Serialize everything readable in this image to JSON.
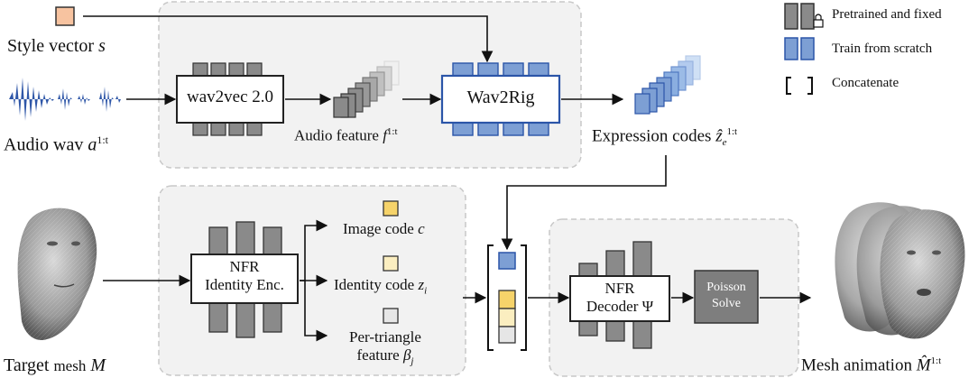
{
  "legend": {
    "pretrained": "Pretrained and fixed",
    "scratch": "Train from scratch",
    "concat": "Concatenate"
  },
  "inputs": {
    "style_vector": "Style vector",
    "style_symbol": "s",
    "audio_wav": "Audio wav",
    "audio_symbol": "a",
    "audio_sup": "1:t",
    "target_mesh_a": "Target",
    "target_mesh_b": "mesh",
    "target_symbol": "M"
  },
  "modules": {
    "wav2vec": "wav2vec 2.0",
    "wav2rig": "Wav2Rig",
    "nfr_enc_line1": "NFR",
    "nfr_enc_line2": "Identity Enc.",
    "nfr_dec_line1": "NFR",
    "nfr_dec_line2": "Decoder Ψ",
    "poisson_line1": "Poisson",
    "poisson_line2": "Solve"
  },
  "features": {
    "audio_feature": "Audio feature",
    "audio_feature_symbol": "f",
    "audio_feature_sup": "1:t",
    "expression_codes": "Expression codes",
    "expression_symbol": "ẑ",
    "expression_sub": "e",
    "expression_sup": "1:t",
    "image_code": "Image code",
    "image_symbol": "c",
    "identity_code": "Identity code",
    "identity_symbol": "z",
    "identity_sub": "i",
    "per_triangle_1": "Per-triangle",
    "per_triangle_2": "feature",
    "per_triangle_symbol": "β",
    "per_triangle_sub": "j"
  },
  "outputs": {
    "mesh_animation": "Mesh animation",
    "mesh_symbol": "M̂",
    "mesh_sup": "1:t"
  },
  "colors": {
    "pretrained_fill": "#8a8a8a",
    "pretrained_stroke": "#333333",
    "scratch_fill": "#7d9fd4",
    "scratch_stroke": "#2b55a8",
    "style_orange": "#f7c3a0",
    "image_code_yellow": "#f6d36a",
    "identity_code_cream": "#fbeec0",
    "group_bg": "#f2f2f2",
    "group_border": "#c8c8c8",
    "audio_wave": "#2f57a8"
  }
}
